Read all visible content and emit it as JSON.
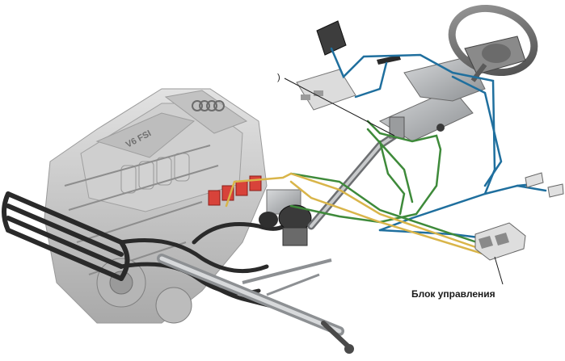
{
  "labels": {
    "control_unit": "Блок управления",
    "marker": ")"
  },
  "engine": {
    "brand_rings": 4,
    "cover_text": "V6 FSI"
  },
  "colors": {
    "harness_blue": "#1f6f9e",
    "harness_green": "#3e8a3a",
    "harness_yellow": "#d9b54a",
    "hose_black": "#2a2a2a",
    "engine_grey": "#c8c8c8",
    "engine_dark": "#8c8c8c",
    "highlight_red": "#d8433a",
    "chrome": "#b9bcbf"
  }
}
